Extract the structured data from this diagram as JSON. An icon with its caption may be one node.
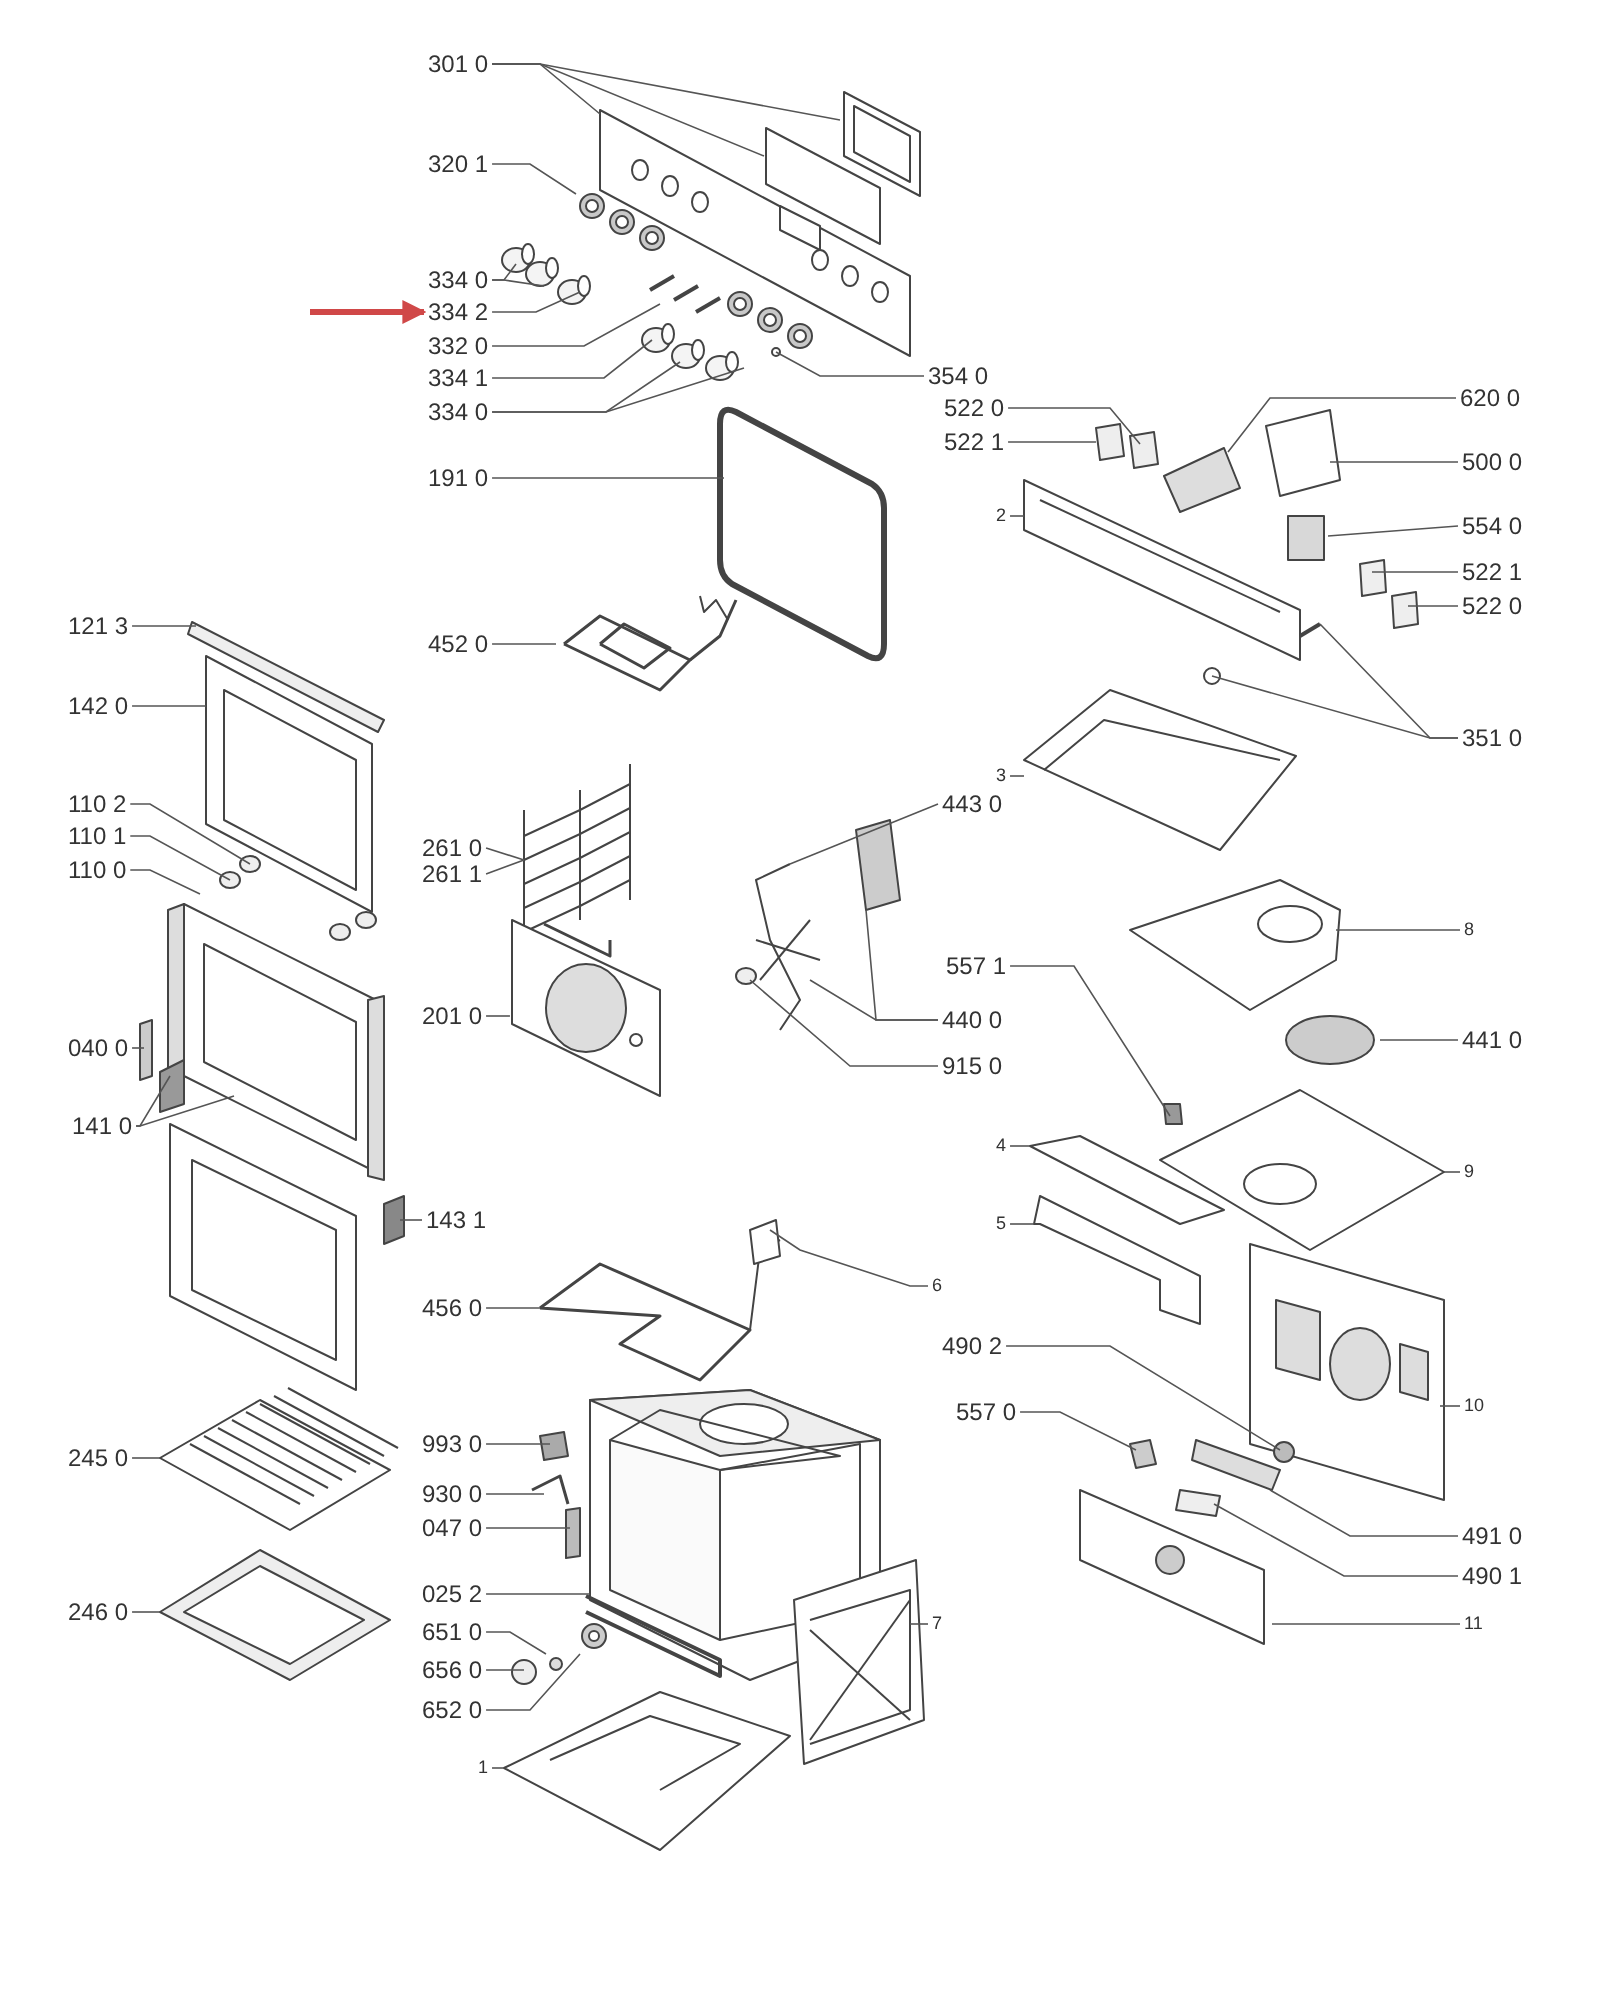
{
  "diagram": {
    "nodes": [
      {
        "text": [
          "301 0"
        ]
      },
      {
        "text": [
          "320 1"
        ]
      },
      {
        "text": [
          "334 0"
        ]
      },
      {
        "text": [
          "334 2"
        ]
      },
      {
        "text": [
          "332 0"
        ]
      },
      {
        "text": [
          "354 0"
        ]
      },
      {
        "text": [
          "334 1"
        ]
      },
      {
        "text": [
          "620 0"
        ]
      },
      {
        "text": [
          "522 0"
        ]
      },
      {
        "text": [
          "334 0"
        ]
      },
      {
        "text": [
          "522 1"
        ]
      },
      {
        "text": [
          "500 0"
        ]
      },
      {
        "text": [
          "191 0"
        ]
      },
      {
        "text": [
          "2"
        ]
      },
      {
        "text": [
          "554 0"
        ]
      },
      {
        "text": [
          "522 1"
        ]
      },
      {
        "text": [
          "522 0"
        ]
      },
      {
        "text": [
          "121 3"
        ]
      },
      {
        "text": [
          "452 0"
        ]
      },
      {
        "text": [
          "142 0"
        ]
      },
      {
        "text": [
          "351 0"
        ]
      },
      {
        "text": [
          "3"
        ]
      },
      {
        "text": [
          "110 2"
        ]
      },
      {
        "text": [
          "443 0"
        ]
      },
      {
        "text": [
          "110 1"
        ]
      },
      {
        "text": [
          "261 0"
        ]
      },
      {
        "text": [
          "261 1"
        ]
      },
      {
        "text": [
          "110 0"
        ]
      },
      {
        "text": [
          "8"
        ]
      },
      {
        "text": [
          "557 1"
        ]
      },
      {
        "text": [
          "201 0"
        ]
      },
      {
        "text": [
          "440 0"
        ]
      },
      {
        "text": [
          "441 0"
        ]
      },
      {
        "text": [
          "040 0"
        ]
      },
      {
        "text": [
          "915 0"
        ]
      },
      {
        "text": [
          "141 0"
        ]
      },
      {
        "text": [
          "4"
        ]
      },
      {
        "text": [
          "9"
        ]
      },
      {
        "text": [
          "143 1"
        ]
      },
      {
        "text": [
          "5"
        ]
      },
      {
        "text": [
          "6"
        ]
      },
      {
        "text": [
          "456 0"
        ]
      },
      {
        "text": [
          "490 2"
        ]
      },
      {
        "text": [
          "10"
        ]
      },
      {
        "text": [
          "557 0"
        ]
      },
      {
        "text": [
          "993 0"
        ]
      },
      {
        "text": [
          "245 0"
        ]
      },
      {
        "text": [
          "930 0"
        ]
      },
      {
        "text": [
          "047 0"
        ]
      },
      {
        "text": [
          "491 0"
        ]
      },
      {
        "text": [
          "490 1"
        ]
      },
      {
        "text": [
          "025 2"
        ]
      },
      {
        "text": [
          "246 0"
        ]
      },
      {
        "text": [
          "7"
        ]
      },
      {
        "text": [
          "11"
        ]
      },
      {
        "text": [
          "651 0"
        ]
      },
      {
        "text": [
          "656 0"
        ]
      },
      {
        "text": [
          "652 0"
        ]
      },
      {
        "text": [
          "1"
        ]
      }
    ],
    "edges": [
      {
        "from": 0,
        "to": null,
        "arrow": "none"
      },
      {
        "from": 0,
        "to": null,
        "arrow": "none"
      },
      {
        "from": 0,
        "to": null,
        "arrow": "none"
      },
      {
        "from": 1,
        "to": null,
        "arrow": "none"
      },
      {
        "from": 2,
        "to": null,
        "arrow": "none"
      },
      {
        "from": 2,
        "to": null,
        "arrow": "none"
      },
      {
        "from": 3,
        "to": null,
        "arrow": "none"
      },
      {
        "from": 4,
        "to": null,
        "arrow": "none"
      },
      {
        "from": 5,
        "to": null,
        "arrow": "none"
      },
      {
        "from": 6,
        "to": null,
        "arrow": "none"
      },
      {
        "from": 7,
        "to": null,
        "arrow": "none"
      },
      {
        "from": 8,
        "to": null,
        "arrow": "none"
      },
      {
        "from": 9,
        "to": null,
        "arrow": "none"
      },
      {
        "from": 9,
        "to": null,
        "arrow": "none"
      },
      {
        "from": 10,
        "to": null,
        "arrow": "none"
      },
      {
        "from": 11,
        "to": null,
        "arrow": "none"
      },
      {
        "from": 12,
        "to": null,
        "arrow": "none"
      },
      {
        "from": 13,
        "to": null,
        "arrow": "none"
      },
      {
        "from": 14,
        "to": null,
        "arrow": "none"
      },
      {
        "from": 15,
        "to": null,
        "arrow": "none"
      },
      {
        "from": 16,
        "to": null,
        "arrow": "none"
      },
      {
        "from": 17,
        "to": null,
        "arrow": "none"
      },
      {
        "from": 18,
        "to": null,
        "arrow": "none"
      },
      {
        "from": 19,
        "to": null,
        "arrow": "none"
      },
      {
        "from": 20,
        "to": null,
        "arrow": "none"
      },
      {
        "from": 20,
        "to": null,
        "arrow": "none"
      },
      {
        "from": 21,
        "to": null,
        "arrow": "none"
      },
      {
        "from": 22,
        "to": null,
        "arrow": "none"
      },
      {
        "from": 23,
        "to": null,
        "arrow": "none"
      },
      {
        "from": 24,
        "to": null,
        "arrow": "none"
      },
      {
        "from": 25,
        "to": null,
        "arrow": "none"
      },
      {
        "from": 26,
        "to": null,
        "arrow": "none"
      },
      {
        "from": 27,
        "to": null,
        "arrow": "none"
      },
      {
        "from": 28,
        "to": null,
        "arrow": "none"
      },
      {
        "from": 29,
        "to": null,
        "arrow": "none"
      },
      {
        "from": 30,
        "to": null,
        "arrow": "none"
      },
      {
        "from": 31,
        "to": null,
        "arrow": "none"
      },
      {
        "from": 31,
        "to": null,
        "arrow": "none"
      },
      {
        "from": 32,
        "to": null,
        "arrow": "none"
      },
      {
        "from": 33,
        "to": null,
        "arrow": "none"
      },
      {
        "from": 34,
        "to": null,
        "arrow": "none"
      },
      {
        "from": 35,
        "to": null,
        "arrow": "none"
      },
      {
        "from": 35,
        "to": null,
        "arrow": "none"
      },
      {
        "from": 36,
        "to": null,
        "arrow": "none"
      },
      {
        "from": 37,
        "to": null,
        "arrow": "none"
      },
      {
        "from": 38,
        "to": null,
        "arrow": "none"
      },
      {
        "from": 39,
        "to": null,
        "arrow": "none"
      },
      {
        "from": 40,
        "to": null,
        "arrow": "none"
      },
      {
        "from": 41,
        "to": null,
        "arrow": "none"
      },
      {
        "from": 42,
        "to": null,
        "arrow": "none"
      },
      {
        "from": 43,
        "to": null,
        "arrow": "none"
      },
      {
        "from": 44,
        "to": null,
        "arrow": "none"
      },
      {
        "from": 45,
        "to": null,
        "arrow": "none"
      },
      {
        "from": 46,
        "to": null,
        "arrow": "none"
      },
      {
        "from": 47,
        "to": null,
        "arrow": "none"
      },
      {
        "from": 48,
        "to": null,
        "arrow": "none"
      },
      {
        "from": 49,
        "to": null,
        "arrow": "none"
      },
      {
        "from": 50,
        "to": null,
        "arrow": "none"
      },
      {
        "from": 51,
        "to": null,
        "arrow": "none"
      },
      {
        "from": 52,
        "to": null,
        "arrow": "none"
      },
      {
        "from": 53,
        "to": null,
        "arrow": "none"
      },
      {
        "from": 54,
        "to": null,
        "arrow": "none"
      },
      {
        "from": 55,
        "to": null,
        "arrow": "none"
      },
      {
        "from": 56,
        "to": null,
        "arrow": "none"
      },
      {
        "from": 57,
        "to": null,
        "arrow": "none"
      },
      {
        "from": 58,
        "to": null,
        "arrow": "none"
      },
      {
        "from": null,
        "to": 3,
        "arrow": "to",
        "style": "thick",
        "color": "#d04848"
      }
    ]
  }
}
